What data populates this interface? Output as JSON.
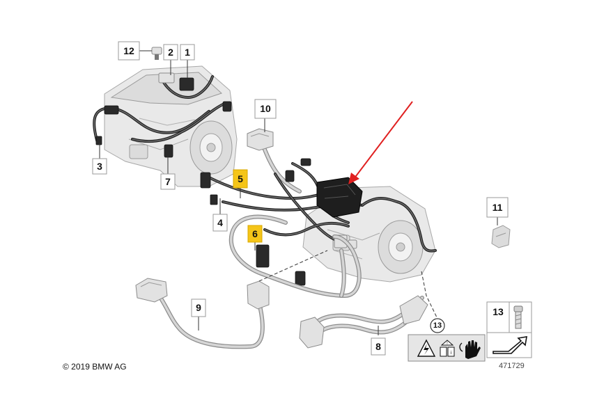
{
  "copyright": "© 2019 BMW AG",
  "figure_number": "471729",
  "callouts": [
    {
      "id": "c1",
      "label": "1",
      "highlighted": false
    },
    {
      "id": "c2",
      "label": "2",
      "highlighted": false
    },
    {
      "id": "c3",
      "label": "3",
      "highlighted": false
    },
    {
      "id": "c4",
      "label": "4",
      "highlighted": false
    },
    {
      "id": "c5",
      "label": "5",
      "highlighted": true
    },
    {
      "id": "c6",
      "label": "6",
      "highlighted": true
    },
    {
      "id": "c7",
      "label": "7",
      "highlighted": false
    },
    {
      "id": "c8",
      "label": "8",
      "highlighted": false
    },
    {
      "id": "c9",
      "label": "9",
      "highlighted": false
    },
    {
      "id": "c10",
      "label": "10",
      "highlighted": false
    },
    {
      "id": "c11",
      "label": "11",
      "highlighted": false
    },
    {
      "id": "c12",
      "label": "12",
      "highlighted": false
    },
    {
      "id": "c13",
      "label": "13",
      "highlighted": false
    }
  ],
  "circled_reference": "13",
  "legend_box_label": "13",
  "colors": {
    "highlight": "#f5c518",
    "arrow": "#e02020",
    "warning_panel": "#e6e6e6"
  },
  "icons": [
    "high-voltage-warning-icon",
    "read-manual-icon",
    "insulated-glove-icon",
    "fastener-bolt-icon",
    "tightening-torque-icon"
  ]
}
